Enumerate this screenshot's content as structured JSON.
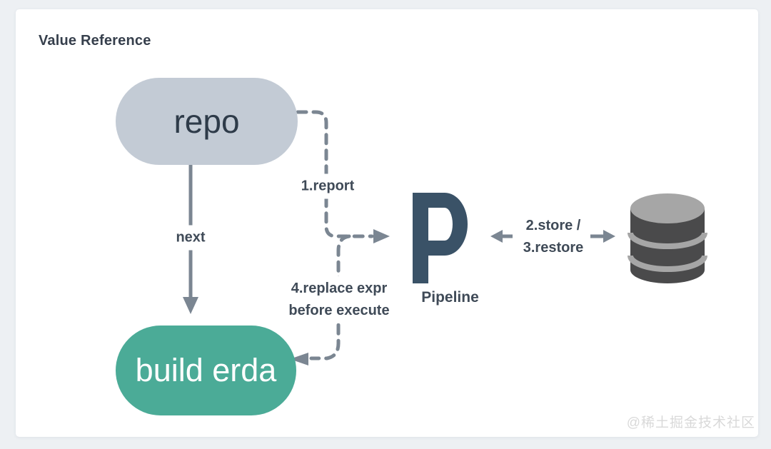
{
  "page": {
    "background_color": "#edf0f3",
    "card_color": "#ffffff",
    "title": "Value Reference",
    "watermark": "@稀土掘金技术社区"
  },
  "diagram": {
    "nodes": {
      "repo": {
        "label": "repo",
        "shape": "pill",
        "fill": "#c3cbd5",
        "text_color": "#2e3b49"
      },
      "build_erda": {
        "label": "build erda",
        "shape": "pill",
        "fill": "#4bab97",
        "text_color": "#ffffff"
      },
      "pipeline": {
        "caption": "Pipeline",
        "logo_letter": "P",
        "logo_color": "#3a5267"
      },
      "database": {
        "icon": "database-cylinder-icon",
        "body_color": "#4a4a4b",
        "top_color": "#a6a6a6"
      }
    },
    "edges": {
      "next": {
        "label": "next",
        "style": "solid",
        "from": "repo",
        "to": "build_erda"
      },
      "report": {
        "label": "1.report",
        "style": "dashed",
        "from": "repo",
        "to": "pipeline"
      },
      "replace": {
        "label_line1": "4.replace expr",
        "label_line2": "before execute",
        "style": "dashed",
        "from": "pipeline",
        "to": "build_erda"
      },
      "store_restore": {
        "label_line1": "2.store /",
        "label_line2": "3.restore",
        "style": "solid",
        "bidirectional": true,
        "between": [
          "pipeline",
          "database"
        ]
      }
    },
    "colors": {
      "arrow": "#7b8692",
      "label_text": "#3f4a57"
    }
  }
}
